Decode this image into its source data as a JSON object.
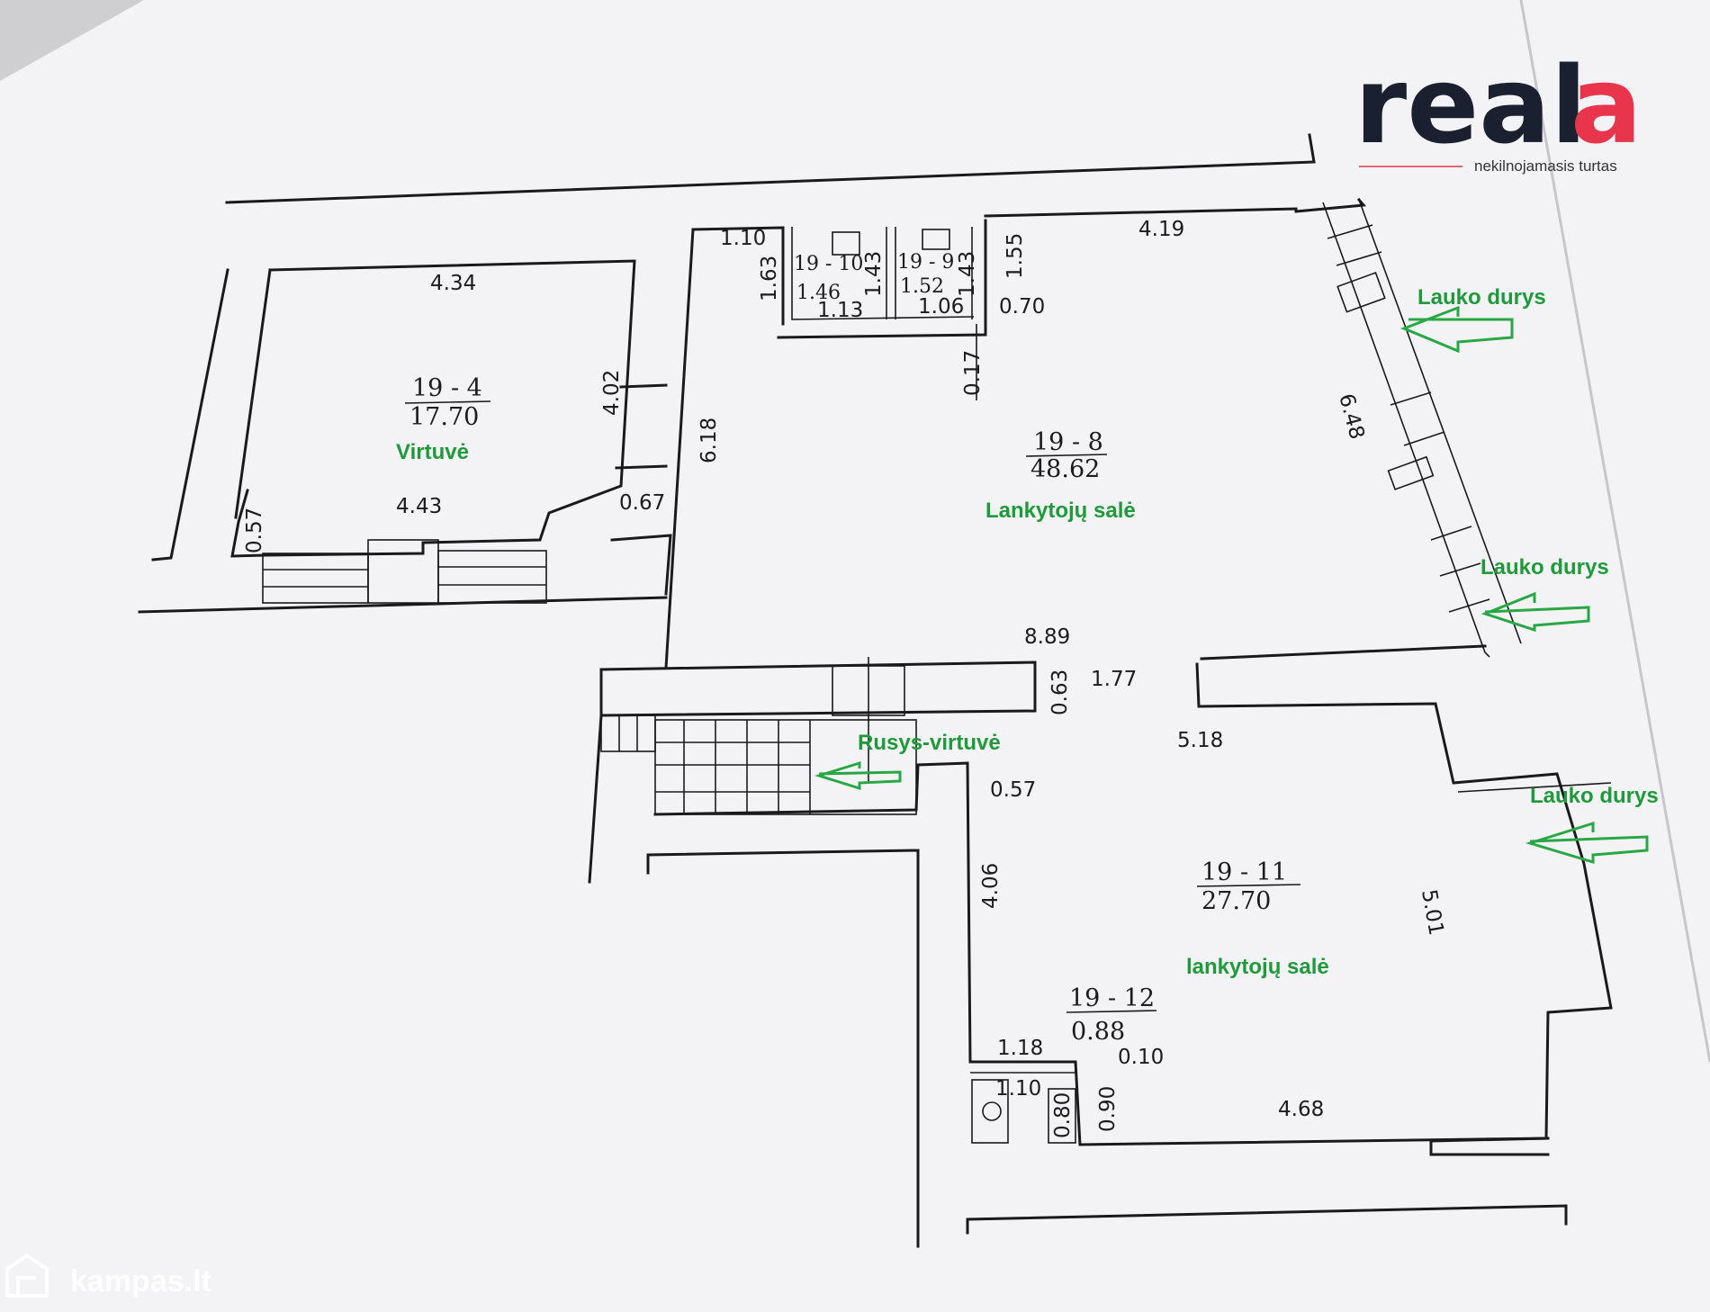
{
  "logo": {
    "text_main": "real",
    "text_accent": "a",
    "tagline": "nekilnojamasis turtas",
    "main_color": "#1b2030",
    "accent_color": "#e8354b"
  },
  "watermark": {
    "text": "kampas.lt",
    "icon": "house-icon"
  },
  "rooms": {
    "r19_4": {
      "id": "19 - 4",
      "area": "17.70",
      "name": "Virtuvė"
    },
    "r19_8": {
      "id": "19 - 8",
      "area": "48.62",
      "name": "Lankytojų salė"
    },
    "r19_11": {
      "id": "19 - 11",
      "area": "27.70",
      "name": "lankytojų salė"
    },
    "r19_12": {
      "id": "19 - 12",
      "area": "0.88"
    },
    "r19_10": {
      "id": "19 - 10",
      "area": "1.46"
    },
    "r19_9": {
      "id": "19 - 9",
      "area": "1.52"
    }
  },
  "labels": {
    "door1": "Lauko durys",
    "door2": "Lauko durys",
    "door3": "Lauko durys",
    "basement": "Rusys-virtuvė"
  },
  "dims": {
    "d434": "4.34",
    "d402": "4.02",
    "d443": "4.43",
    "d057a": "0.57",
    "d067": "0.67",
    "d110a": "1.10",
    "d163": "1.63",
    "d618": "6.18",
    "d143a": "1.43",
    "d113": "1.13",
    "d143b": "1.43",
    "d106": "1.06",
    "d155": "1.55",
    "d070": "0.70",
    "d017": "0.17",
    "d419": "4.19",
    "d648": "6.48",
    "d889": "8.89",
    "d063": "0.63",
    "d177": "1.77",
    "d518": "5.18",
    "d057b": "0.57",
    "d406": "4.06",
    "d501": "5.01",
    "d118": "1.18",
    "d010": "0.10",
    "d110b": "1.10",
    "d080": "0.80",
    "d090": "0.90",
    "d468": "4.68"
  },
  "colors": {
    "paper": "#f4f4f6",
    "line": "#1a1a1a",
    "label_green": "#1f9a3a",
    "arrow_green": "#28a745"
  }
}
